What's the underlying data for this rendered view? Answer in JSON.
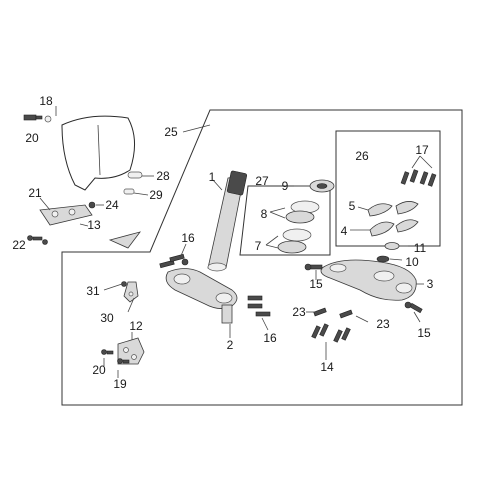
{
  "callouts": {
    "c1": "1",
    "c2": "2",
    "c3": "3",
    "c4": "4",
    "c5": "5",
    "c7": "7",
    "c8": "8",
    "c9": "9",
    "c10": "10",
    "c11": "11",
    "c12": "12",
    "c13": "13",
    "c14": "14",
    "c15a": "15",
    "c15b": "15",
    "c16a": "16",
    "c16b": "16",
    "c17": "17",
    "c18": "18",
    "c19": "19",
    "c20a": "20",
    "c20b": "20",
    "c21": "21",
    "c22": "22",
    "c23a": "23",
    "c23b": "23",
    "c24": "24",
    "c25": "25",
    "c26": "26",
    "c27": "27",
    "c28": "28",
    "c29": "29",
    "c30": "30",
    "c31": "31"
  }
}
